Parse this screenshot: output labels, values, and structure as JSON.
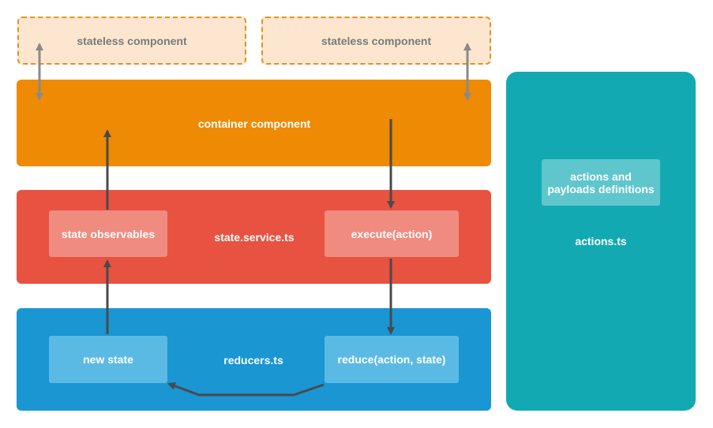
{
  "stateless": {
    "left_label": "stateless component",
    "right_label": "stateless component"
  },
  "container": {
    "label": "container component"
  },
  "state_service": {
    "label": "state.service.ts",
    "observables_label": "state observables",
    "execute_label": "execute(action)"
  },
  "reducers": {
    "label": "reducers.ts",
    "new_state_label": "new state",
    "reduce_label": "reduce(action, state)"
  },
  "actions": {
    "label": "actions.ts",
    "definitions_label": "actions and payloads definitions"
  },
  "colors": {
    "stateless_fill": "#fde6cf",
    "stateless_border": "#e0931f",
    "container": "#ef8a04",
    "state_service": "#e85241",
    "reducers": "#1a96d3",
    "actions": "#13a9b3",
    "arrow_dark": "#4a4a4a",
    "arrow_gray": "#8a8a8a"
  }
}
